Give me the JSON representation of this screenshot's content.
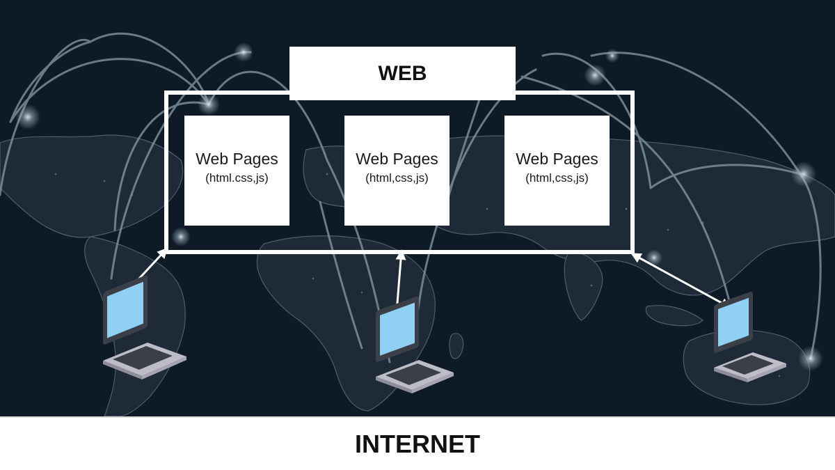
{
  "web": {
    "title": "WEB"
  },
  "pages": [
    {
      "title": "Web Pages",
      "subtitle": "(html.css,js)"
    },
    {
      "title": "Web Pages",
      "subtitle": "(html,css,js)"
    },
    {
      "title": "Web Pages",
      "subtitle": "(html,css,js)"
    }
  ],
  "internet": {
    "label": "INTERNET"
  },
  "colors": {
    "background": "#0e1a26",
    "land": "#1f2b38",
    "arc": "#8a9aa8",
    "box": "#ffffff",
    "laptop_body": "#3b3f47",
    "laptop_screen": "#8fd0f3",
    "laptop_base": "#bdbdc8",
    "keys": "#3b3f47"
  },
  "icons": [
    "laptop-icon",
    "laptop-icon",
    "laptop-icon",
    "double-arrow-icon",
    "up-arrow-icon",
    "double-arrow-icon"
  ]
}
